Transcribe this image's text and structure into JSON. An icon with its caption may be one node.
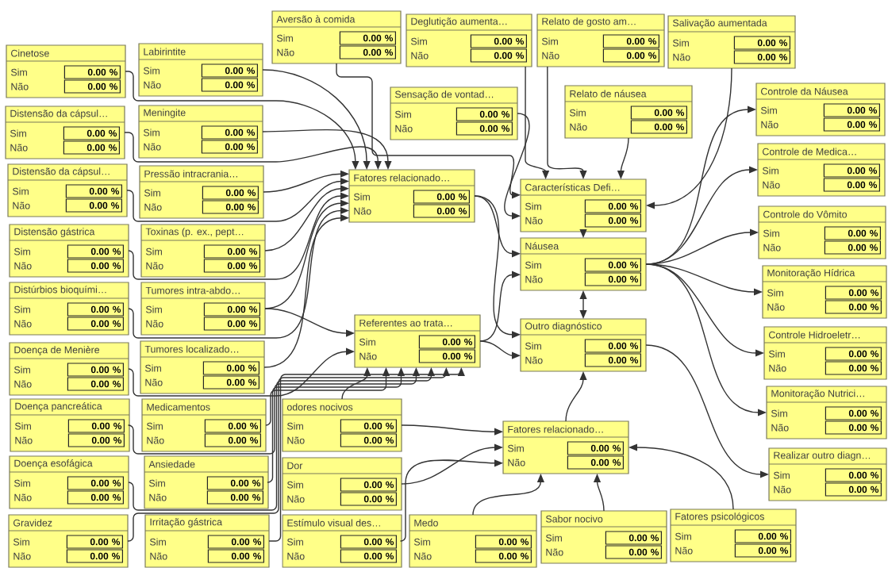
{
  "diagram": {
    "nodes": [
      {
        "text": [
          "Aversão à comida",
          "Sim",
          "0.00 %",
          "Não",
          "0.00 %"
        ]
      },
      {
        "text": [
          "Deglutição aumenta…",
          "Sim",
          "0.00 %",
          "Não",
          "0.00 %"
        ]
      },
      {
        "text": [
          "Relato de gosto am…",
          "Sim",
          "0.00 %",
          "Não",
          "0.00 %"
        ]
      },
      {
        "text": [
          "Salivação aumentada",
          "Sim",
          "0.00 %",
          "Não",
          "0.00 %"
        ]
      },
      {
        "text": [
          "Cinetose",
          "Sim",
          "0.00 %",
          "Não",
          "0.00 %"
        ]
      },
      {
        "text": [
          "Labirintite",
          "Sim",
          "0.00 %",
          "Não",
          "0.00 %"
        ]
      },
      {
        "text": [
          "Distensão da cápsul…",
          "Sim",
          "0.00 %",
          "Não",
          "0.00 %"
        ]
      },
      {
        "text": [
          "Meningite",
          "Sim",
          "0.00 %",
          "Não",
          "0.00 %"
        ]
      },
      {
        "text": [
          "Sensação de vontad…",
          "Sim",
          "0.00 %",
          "Não",
          "0.00 %"
        ]
      },
      {
        "text": [
          "Relato de náusea",
          "Sim",
          "0.00 %",
          "Não",
          "0.00 %"
        ]
      },
      {
        "text": [
          "Controle da Náusea",
          "Sim",
          "0.00 %",
          "Não",
          "0.00 %"
        ]
      },
      {
        "text": [
          "Distensão da cápsul…",
          "Sim",
          "0.00 %",
          "Não",
          "0.00 %"
        ]
      },
      {
        "text": [
          "Pressão intracrania…",
          "Sim",
          "0.00 %",
          "Não",
          "0.00 %"
        ]
      },
      {
        "text": [
          "Fatores relacionado…",
          "Sim",
          "0.00 %",
          "Não",
          "0.00 %"
        ]
      },
      {
        "text": [
          "Características Defi…",
          "Sim",
          "0.00 %",
          "Não",
          "0.00 %"
        ]
      },
      {
        "text": [
          "Controle de Medica…",
          "Sim",
          "0.00 %",
          "Não",
          "0.00 %"
        ]
      },
      {
        "text": [
          "Distensão gástrica",
          "Sim",
          "0.00 %",
          "Não",
          "0.00 %"
        ]
      },
      {
        "text": [
          "Toxinas (p. ex., pept…",
          "Sim",
          "0.00 %",
          "Não",
          "0.00 %"
        ]
      },
      {
        "text": [
          "Controle do Vômito",
          "Sim",
          "0.00 %",
          "Não",
          "0.00 %"
        ]
      },
      {
        "text": [
          "Náusea",
          "Sim",
          "0.00 %",
          "Não",
          "0.00 %"
        ]
      },
      {
        "text": [
          "Distúrbios bioquími…",
          "Sim",
          "0.00 %",
          "Não",
          "0.00 %"
        ]
      },
      {
        "text": [
          "Tumores intra-abdo…",
          "Sim",
          "0.00 %",
          "Não",
          "0.00 %"
        ]
      },
      {
        "text": [
          "Monitoração Hídrica",
          "Sim",
          "0.00 %",
          "Não",
          "0.00 %"
        ]
      },
      {
        "text": [
          "Outro diagnóstico",
          "Sim",
          "0.00 %",
          "Não",
          "0.00 %"
        ]
      },
      {
        "text": [
          "Referentes ao trata…",
          "Sim",
          "0.00 %",
          "Não",
          "0.00 %"
        ]
      },
      {
        "text": [
          "Doença de Menière",
          "Sim",
          "0.00 %",
          "Não",
          "0.00 %"
        ]
      },
      {
        "text": [
          "Tumores localizado…",
          "Sim",
          "0.00 %",
          "Não",
          "0.00 %"
        ]
      },
      {
        "text": [
          "Controle Hidroeletr…",
          "Sim",
          "0.00 %",
          "Não",
          "0.00 %"
        ]
      },
      {
        "text": [
          "Doença pancreática",
          "Sim",
          "0.00 %",
          "Não",
          "0.00 %"
        ]
      },
      {
        "text": [
          "Medicamentos",
          "Sim",
          "0.00 %",
          "Não",
          "0.00 %"
        ]
      },
      {
        "text": [
          "odores nocivos",
          "Sim",
          "0.00 %",
          "Não",
          "0.00 %"
        ]
      },
      {
        "text": [
          "Monitoração Nutrici…",
          "Sim",
          "0.00 %",
          "Não",
          "0.00 %"
        ]
      },
      {
        "text": [
          "Fatores relacionado…",
          "Sim",
          "0.00 %",
          "Não",
          "0.00 %"
        ]
      },
      {
        "text": [
          "Doença esofágica",
          "Sim",
          "0.00 %",
          "Não",
          "0.00 %"
        ]
      },
      {
        "text": [
          "Ansiedade",
          "Sim",
          "0.00 %",
          "Não",
          "0.00 %"
        ]
      },
      {
        "text": [
          "Dor",
          "Sim",
          "0.00 %",
          "Não",
          "0.00 %"
        ]
      },
      {
        "text": [
          "Realizar outro diagn…",
          "Sim",
          "0.00 %",
          "Não",
          "0.00 %"
        ]
      },
      {
        "text": [
          "Gravidez",
          "Sim",
          "0.00 %",
          "Não",
          "0.00 %"
        ]
      },
      {
        "text": [
          "Irritação gástrica",
          "Sim",
          "0.00 %",
          "Não",
          "0.00 %"
        ]
      },
      {
        "text": [
          "Estímulo visual des…",
          "Sim",
          "0.00 %",
          "Não",
          "0.00 %"
        ]
      },
      {
        "text": [
          "Medo",
          "Sim",
          "0.00 %",
          "Não",
          "0.00 %"
        ]
      },
      {
        "text": [
          "Sabor nocivo",
          "Sim",
          "0.00 %",
          "Não",
          "0.00 %"
        ]
      },
      {
        "text": [
          "Fatores psicológicos",
          "Sim",
          "0.00 %",
          "Não",
          "0.00 %"
        ]
      }
    ],
    "edges": [
      {
        "from": 4,
        "to": 13,
        "arrow": "to"
      },
      {
        "from": 6,
        "to": 13,
        "arrow": "to"
      },
      {
        "from": 11,
        "to": 13,
        "arrow": "to"
      },
      {
        "from": 16,
        "to": 13,
        "arrow": "to"
      },
      {
        "from": 20,
        "to": 13,
        "arrow": "to"
      },
      {
        "from": 25,
        "to": 24,
        "arrow": "to"
      },
      {
        "from": 28,
        "to": 24,
        "arrow": "to"
      },
      {
        "from": 33,
        "to": 24,
        "arrow": "to"
      },
      {
        "from": 37,
        "to": 24,
        "arrow": "to"
      },
      {
        "from": 5,
        "to": 13,
        "arrow": "to"
      },
      {
        "from": 7,
        "to": 13,
        "arrow": "to"
      },
      {
        "from": 12,
        "to": 13,
        "arrow": "to"
      },
      {
        "from": 17,
        "to": 13,
        "arrow": "to"
      },
      {
        "from": 21,
        "to": 13,
        "arrow": "to"
      },
      {
        "from": 26,
        "to": 13,
        "arrow": "to"
      },
      {
        "from": 21,
        "to": 24,
        "arrow": "to"
      },
      {
        "from": 29,
        "to": 24,
        "arrow": "to"
      },
      {
        "from": 34,
        "to": 24,
        "arrow": "to"
      },
      {
        "from": 38,
        "to": 24,
        "arrow": "to"
      },
      {
        "from": 30,
        "to": 24,
        "arrow": "to"
      },
      {
        "from": 30,
        "to": 32,
        "arrow": "to"
      },
      {
        "from": 35,
        "to": 32,
        "arrow": "to"
      },
      {
        "from": 39,
        "to": 32,
        "arrow": "to"
      },
      {
        "from": 40,
        "to": 32,
        "arrow": "to"
      },
      {
        "from": 41,
        "to": 32,
        "arrow": "to"
      },
      {
        "from": 42,
        "to": 32,
        "arrow": "to"
      },
      {
        "from": 0,
        "to": 14,
        "arrow": "to"
      },
      {
        "from": 1,
        "to": 14,
        "arrow": "to"
      },
      {
        "from": 2,
        "to": 14,
        "arrow": "to"
      },
      {
        "from": 8,
        "to": 14,
        "arrow": "to"
      },
      {
        "from": 9,
        "to": 14,
        "arrow": "to"
      },
      {
        "from": 3,
        "to": 14,
        "arrow": "to"
      },
      {
        "from": 14,
        "to": 19,
        "arrow": "to"
      },
      {
        "from": 13,
        "to": 19,
        "arrow": "to"
      },
      {
        "from": 13,
        "to": 23,
        "arrow": "to"
      },
      {
        "from": 24,
        "to": 19,
        "arrow": "to"
      },
      {
        "from": 24,
        "to": 23,
        "arrow": "to"
      },
      {
        "from": 32,
        "to": 23,
        "arrow": "to"
      },
      {
        "from": 23,
        "to": 19,
        "arrow": "both"
      },
      {
        "from": 19,
        "to": 10,
        "arrow": "to"
      },
      {
        "from": 19,
        "to": 15,
        "arrow": "to"
      },
      {
        "from": 19,
        "to": 18,
        "arrow": "to"
      },
      {
        "from": 19,
        "to": 22,
        "arrow": "to"
      },
      {
        "from": 19,
        "to": 27,
        "arrow": "to"
      },
      {
        "from": 19,
        "to": 31,
        "arrow": "to"
      },
      {
        "from": 23,
        "to": 36,
        "arrow": "to"
      }
    ]
  }
}
